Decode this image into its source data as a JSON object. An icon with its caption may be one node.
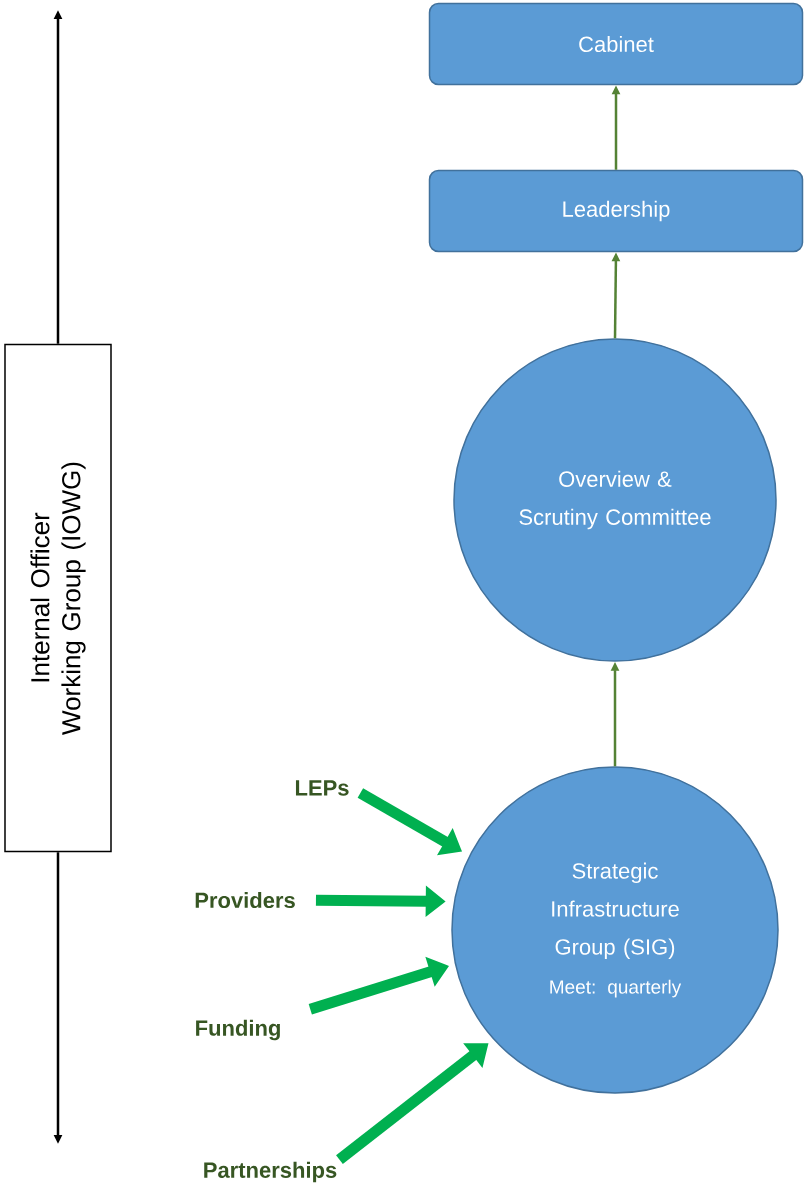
{
  "diagram": {
    "nodes": [
      {
        "text": [
          "Cabinet"
        ]
      },
      {
        "text": [
          "Leadership"
        ]
      },
      {
        "text": [
          "Overview & Scrutiny Committee"
        ]
      },
      {
        "text": [
          "Strategic Infrastructure Group (SIG)",
          "Meet: quarterly"
        ]
      },
      {
        "text": [
          "Internal Officer Working Group (IOWG)"
        ]
      },
      {
        "text": [
          "LEPs"
        ]
      },
      {
        "text": [
          "Providers"
        ]
      },
      {
        "text": [
          "Funding"
        ]
      },
      {
        "text": [
          "Partnerships"
        ]
      }
    ],
    "edges": [
      {
        "from": 1,
        "to": 0,
        "arrow": "to"
      },
      {
        "from": 2,
        "to": 1,
        "arrow": "to"
      },
      {
        "from": 3,
        "to": 2,
        "arrow": "to"
      },
      {
        "from": 5,
        "to": 3,
        "arrow": "to",
        "style": "thick",
        "color": "#00b050"
      },
      {
        "from": 6,
        "to": 3,
        "arrow": "to",
        "style": "thick",
        "color": "#00b050"
      },
      {
        "from": 7,
        "to": 3,
        "arrow": "to",
        "style": "thick",
        "color": "#00b050"
      },
      {
        "from": 8,
        "to": 3,
        "arrow": "to",
        "style": "thick",
        "color": "#00b050"
      },
      {
        "from": 4,
        "to": null,
        "arrow": "to",
        "color": "#000000"
      },
      {
        "from": 4,
        "to": null,
        "arrow": "to",
        "color": "#000000"
      }
    ]
  }
}
